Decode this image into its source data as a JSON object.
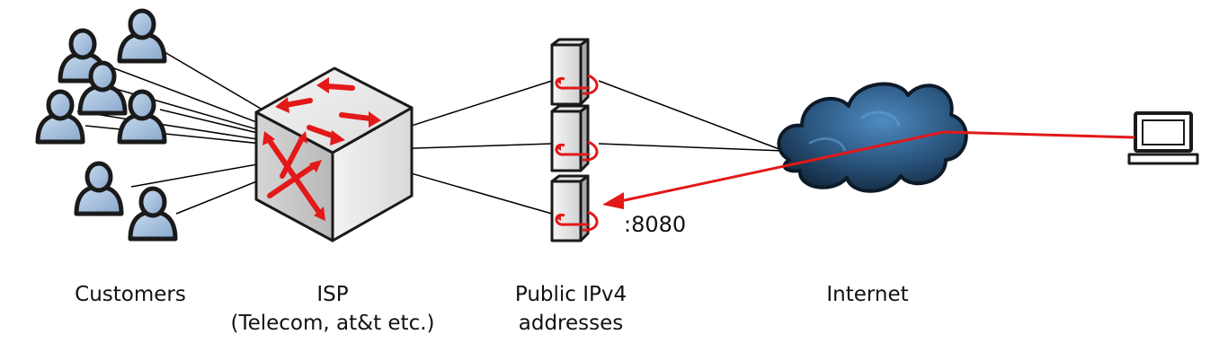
{
  "labels": {
    "customers": "Customers",
    "isp_line1": "ISP",
    "isp_line2": "(Telecom, at&t etc.)",
    "public_line1": "Public IPv4",
    "public_line2": "addresses",
    "internet": "Internet",
    "port": ":8080"
  },
  "colors": {
    "router_arrow": "#e31818",
    "forward_line": "#e31818",
    "link_line": "#000000",
    "user_body": "#a7bfdc",
    "cloud": "#264e73"
  },
  "icons": {
    "customer": "user-icon",
    "isp": "router-icon",
    "public_ip": "server-icon",
    "internet": "cloud-icon",
    "client": "laptop-icon"
  }
}
